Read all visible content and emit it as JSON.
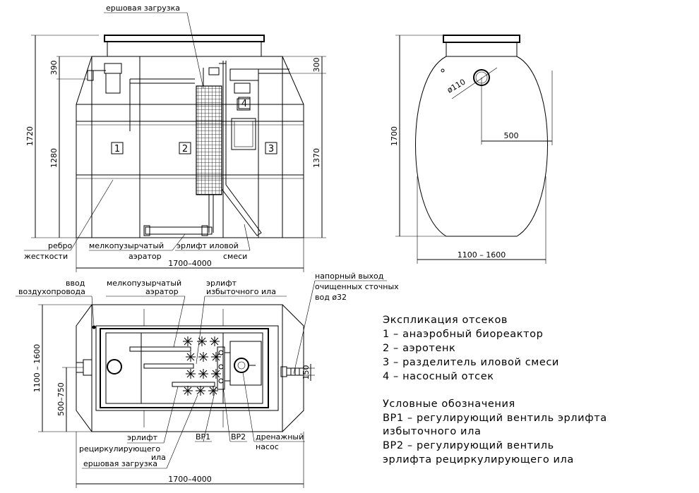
{
  "labels": {
    "ruff_top": "ершовая загрузка",
    "rib": "ребро",
    "rib2": "жесткости",
    "aerator_a": "мелкопузырчатый",
    "aerator_b": "аэратор",
    "airlift_mix_a": "эрлифт иловой",
    "airlift_mix_b": "смеси",
    "air_in_a": "ввод",
    "air_in_b": "воздухопровода",
    "aerator2_a": "мелкопузырчатый",
    "aerator2_b": "аэратор",
    "airlift_excess_a": "эрлифт",
    "airlift_excess_b": "избыточного ила",
    "outlet_a": "напорный выход",
    "outlet_b": "очищенных сточных",
    "outlet_c": "вод ø32",
    "airlift_recirc_a": "эрлифт",
    "airlift_recirc_b": "рециркулирующего",
    "airlift_recirc_c": "ила",
    "ruff_bottom": "ершовая загрузка",
    "bp1": "ВР1",
    "bp2": "ВР2",
    "drain_a": "дренажный",
    "drain_b": "насос",
    "pipe": "ø110"
  },
  "dimensions": {
    "d390": "390",
    "d1720": "1720",
    "d1280": "1280",
    "d300": "300",
    "d1370": "1370",
    "len_front": "1700–4000",
    "d1700": "1700",
    "d500": "500",
    "width_side": "1100 – 1600",
    "width_plan": "1100 – 1600",
    "inlet_plan": "500–750",
    "d150": "150",
    "len_plan": "1700–4000"
  },
  "compartments": {
    "c1": "1",
    "c2": "2",
    "c3": "3",
    "c4": "4"
  },
  "legend": {
    "title": "Экспликация отсеков",
    "items": [
      "1 – анаэробный биореактор",
      "2 – аэротенк",
      "3 – разделитель иловой смеси",
      "4 – насосный отсек"
    ],
    "symbols_title": "Условные обозначения",
    "symbols": [
      "ВР1 – регулирующий вентиль эрлифта",
      "избыточного ила",
      "ВР2 – регулирующий вентиль",
      "эрлифта рециркулирующего ила"
    ]
  }
}
